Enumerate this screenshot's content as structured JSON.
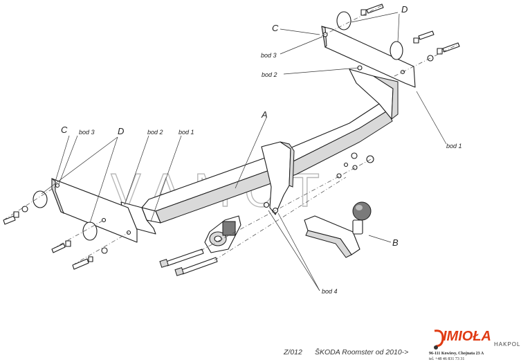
{
  "watermark": "VAMOT",
  "labels": {
    "part_a": "A",
    "part_b": "B",
    "part_c": "C",
    "part_d": "D",
    "bod_1": "bod 1",
    "bod_2": "bod 2",
    "bod_3": "bod 3",
    "bod_4": "bod 4"
  },
  "footer": {
    "model_code": "Z/012",
    "model_name": "ŠKODA Roomster od 2010->"
  },
  "brand": {
    "name": "IMIOŁA",
    "subname": "HAKPOL",
    "address": "96-111 Kowiesy, Chojnata 23 A",
    "phone": "tel. +48 46 831 73 31",
    "accent_color": "#e03a12"
  }
}
